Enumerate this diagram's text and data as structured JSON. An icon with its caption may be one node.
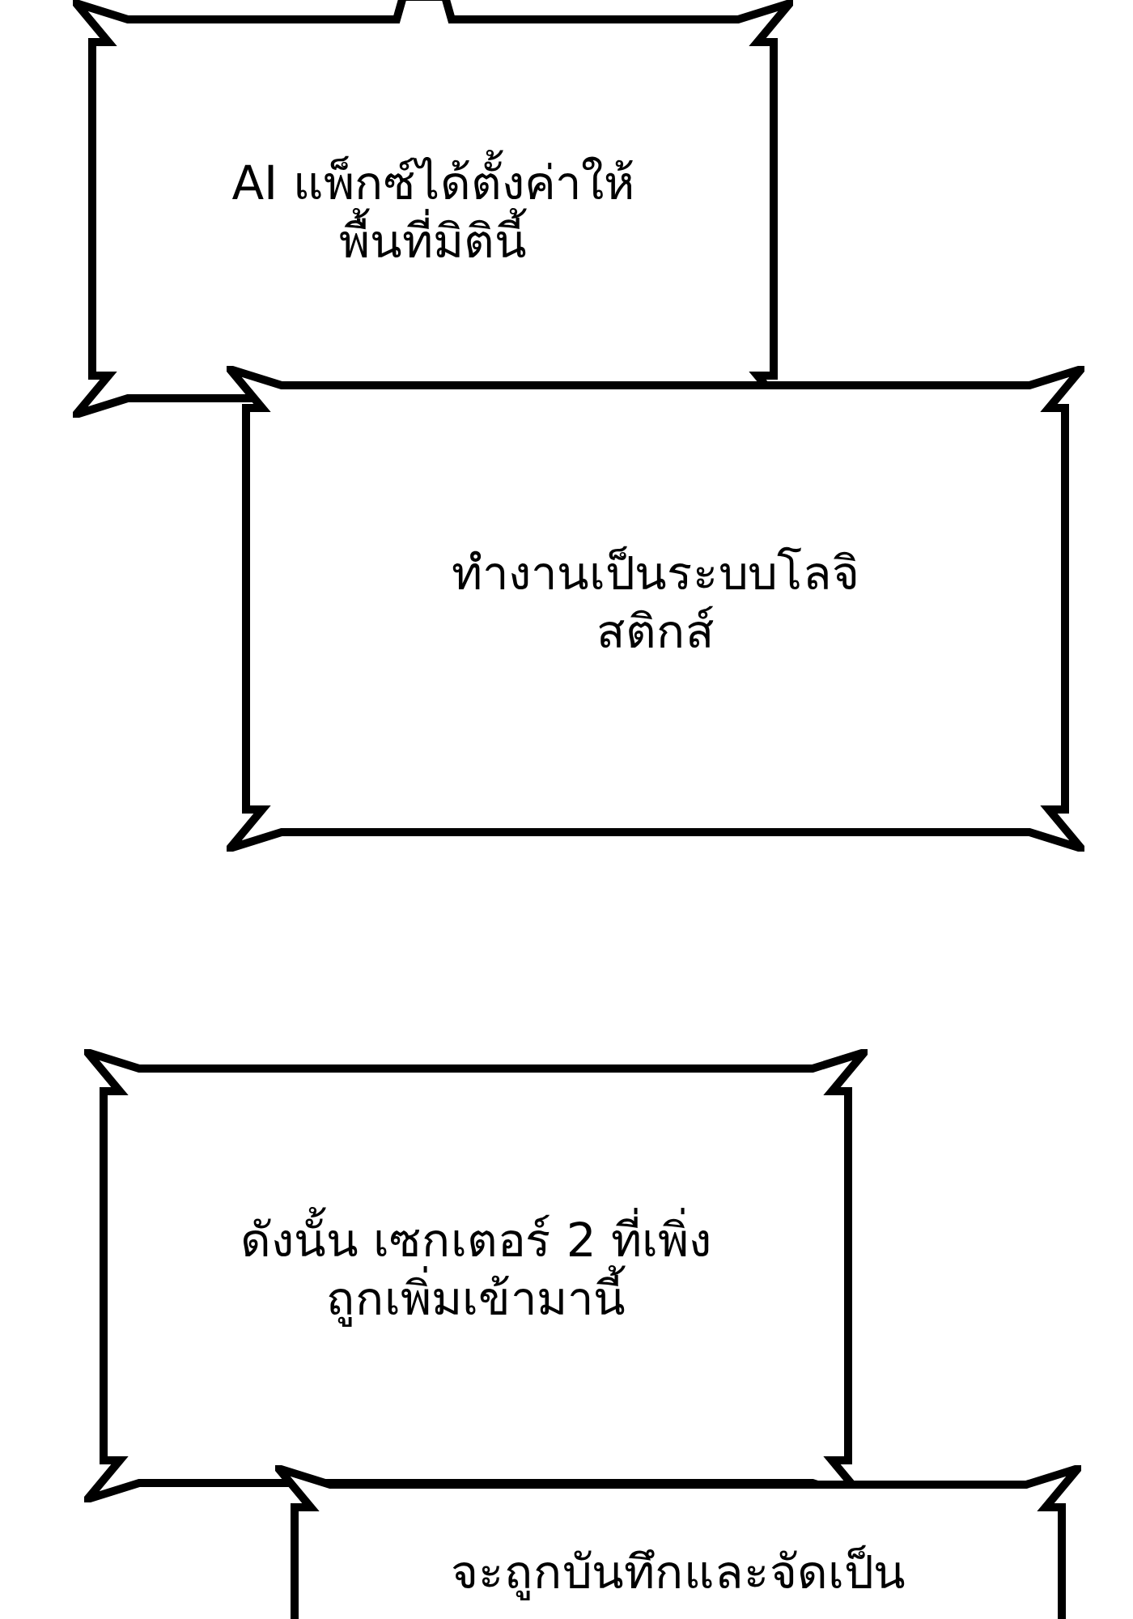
{
  "diagram": {
    "nodes": [
      {
        "text": [
          "AI แพ็กซ์ได้ตั้งค่าให้พื้นที่มิตินี้"
        ]
      },
      {
        "text": [
          "ทำงานเป็นระบบโลจิสติกส์"
        ]
      },
      {
        "text": [
          "ดังนั้น เซกเตอร์ 2 ที่เพิ่งถูกเพิ่มเข้ามานี้"
        ]
      },
      {
        "text": [
          "จะถูกบันทึกและจัดเป็น"
        ]
      }
    ]
  }
}
